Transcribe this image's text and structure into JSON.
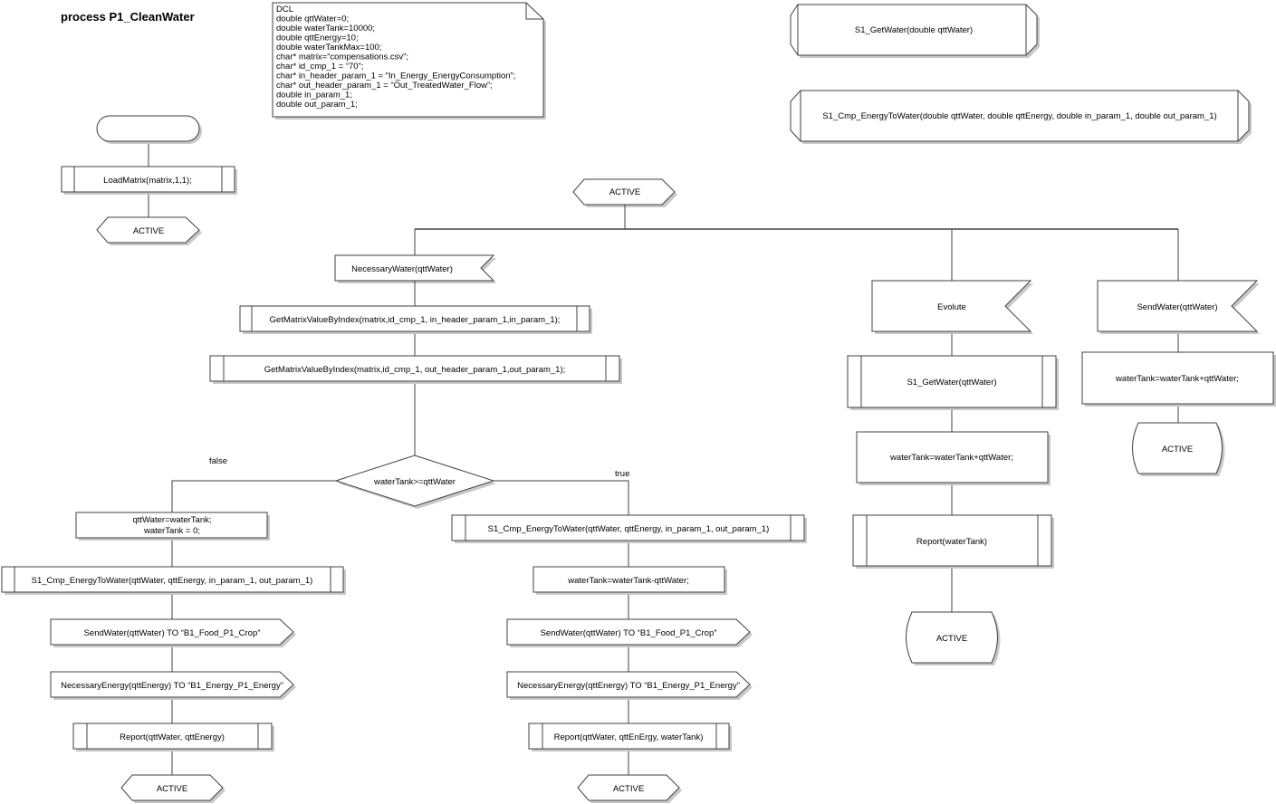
{
  "process_title": "process P1_CleanWater",
  "declarations": [
    "DCL",
    "double qttWater=0;",
    "double waterTank=10000;",
    "double qttEnergy=10;",
    "double waterTankMax=100;",
    "char* matrix=“compensations.csv”;",
    "char* id_cmp_1 = “70”;",
    "char* in_header_param_1 = “In_Energy_EnergyConsumption”;",
    "char* out_header_param_1 = “Out_TreatedWater_Flow”;",
    "double in_param_1;",
    "double out_param_1;"
  ],
  "procedures": {
    "get_water": "S1_GetWater(double qttWater)",
    "cmp_energy": "S1_Cmp_EnergyToWater(double qttWater, double qttEnergy, double in_param_1, double out_param_1)"
  },
  "start_branch": {
    "start_label": "",
    "task": "LoadMatrix(matrix,1,1);",
    "next_state": "ACTIVE"
  },
  "state_active": "ACTIVE",
  "necessary_water_branch": {
    "input": "NecessaryWater(qttWater)",
    "task1": "GetMatrixValueByIndex(matrix,id_cmp_1, in_header_param_1,in_param_1);",
    "task2": "GetMatrixValueByIndex(matrix,id_cmp_1, out_header_param_1,out_param_1);",
    "decision": "waterTank>=qttWater",
    "false_label": "false",
    "true_label": "true",
    "false_path": {
      "task_line1": "qttWater=waterTank;",
      "task_line2": "waterTank = 0;",
      "call": "S1_Cmp_EnergyToWater(qttWater, qttEnergy, in_param_1, out_param_1)",
      "send_water": "SendWater(qttWater) TO “B1_Food_P1_Crop”",
      "send_energy": "NecessaryEnergy(qttEnergy) TO “B1_Energy_P1_Energy”",
      "report": "Report(qttWater, qttEnergy)",
      "next_state": "ACTIVE"
    },
    "true_path": {
      "call": "S1_Cmp_EnergyToWater(qttWater, qttEnergy, in_param_1, out_param_1)",
      "task": "waterTank=waterTank-qttWater;",
      "send_water": "SendWater(qttWater) TO “B1_Food_P1_Crop”",
      "send_energy": "NecessaryEnergy(qttEnergy) TO “B1_Energy_P1_Energy”",
      "report": "Report(qttWater, qttEnErgy, waterTank)",
      "next_state": "ACTIVE"
    }
  },
  "evolute_branch": {
    "input": "Evolute",
    "call": "S1_GetWater(qttWater)",
    "task": "waterTank=waterTank+qttWater;",
    "report": "Report(waterTank)",
    "next_state": "ACTIVE"
  },
  "send_water_branch": {
    "input": "SendWater(qttWater)",
    "task": "waterTank=waterTank+qttWater;",
    "next_state": "ACTIVE"
  }
}
